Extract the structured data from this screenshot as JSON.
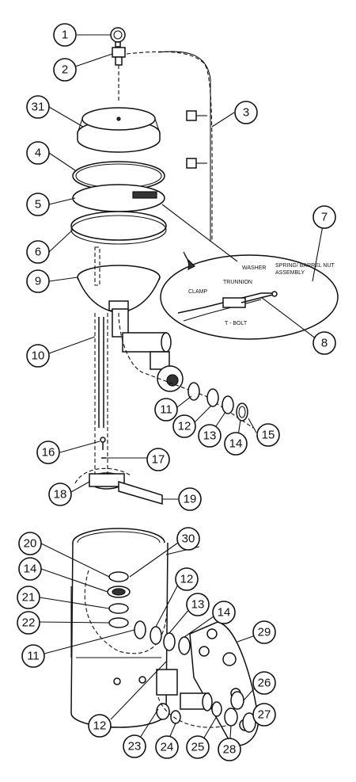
{
  "callouts": [
    "1",
    "2",
    "3",
    "4",
    "5",
    "6",
    "7",
    "8",
    "9",
    "10",
    "11",
    "12",
    "13",
    "14",
    "15",
    "16",
    "17",
    "18",
    "19",
    "20",
    "21",
    "22",
    "23",
    "24",
    "25",
    "26",
    "27",
    "28",
    "29",
    "30",
    "31"
  ],
  "callouts_lower": [
    "14",
    "12",
    "13",
    "14",
    "11",
    "12"
  ],
  "inset_labels": {
    "washer": "WASHER",
    "spring_barrel_nut": "SPRING/ BARREL NUT",
    "assembly": "ASSEMBLY",
    "trunnion": "TRUNNION",
    "clamp": "CLAMP",
    "t_bolt": "T - BOLT"
  }
}
